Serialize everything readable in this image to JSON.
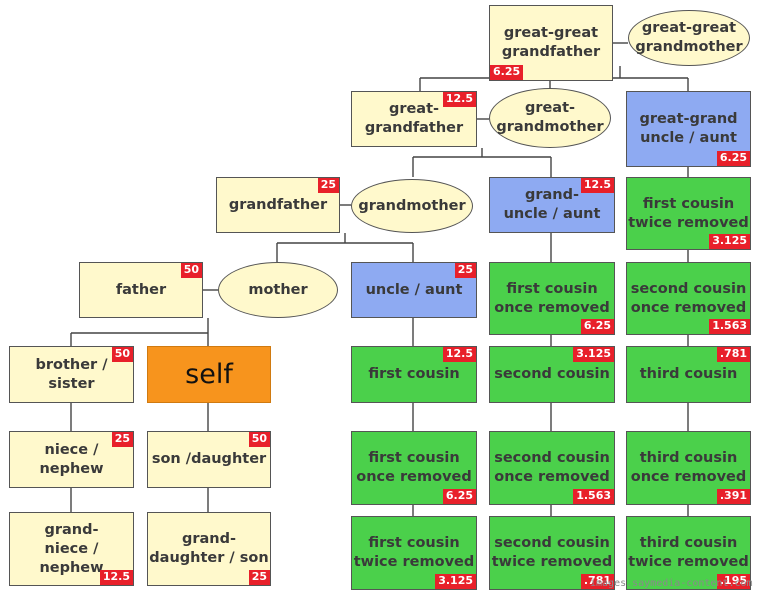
{
  "colors": {
    "ancestor": "#fff9cc",
    "aunt": "#8eaaf2",
    "cousin": "#4bd04b",
    "self": "#f7941d",
    "badge": "#e8202a"
  },
  "nodes": [
    {
      "id": "gg-grandfather",
      "label": "great-great\ngrandfather",
      "badge": "6.25"
    },
    {
      "id": "gg-grandmother",
      "label": "great-great\ngrandmother",
      "badge": ""
    },
    {
      "id": "g-grandfather",
      "label": "great-\ngrandfather",
      "badge": "12.5"
    },
    {
      "id": "g-grandmother",
      "label": "great-\ngrandmother",
      "badge": ""
    },
    {
      "id": "great-grand-uncle-aunt",
      "label": "great-grand\nuncle / aunt",
      "badge": "6.25"
    },
    {
      "id": "grandfather",
      "label": "grandfather",
      "badge": "25"
    },
    {
      "id": "grandmother",
      "label": "grandmother",
      "badge": ""
    },
    {
      "id": "grand-uncle-aunt",
      "label": "grand-\nuncle / aunt",
      "badge": "12.5"
    },
    {
      "id": "first-cousin-twice-removed-top",
      "label": "first cousin\ntwice removed",
      "badge": "3.125"
    },
    {
      "id": "father",
      "label": "father",
      "badge": "50"
    },
    {
      "id": "mother",
      "label": "mother",
      "badge": ""
    },
    {
      "id": "uncle-aunt",
      "label": "uncle / aunt",
      "badge": "25"
    },
    {
      "id": "first-cousin-once-removed-up",
      "label": "first cousin\nonce removed",
      "badge": "6.25"
    },
    {
      "id": "second-cousin-once-removed-up",
      "label": "second cousin\nonce removed",
      "badge": "1.563"
    },
    {
      "id": "brother-sister",
      "label": "brother / sister",
      "badge": "50"
    },
    {
      "id": "self",
      "label": "self",
      "badge": ""
    },
    {
      "id": "first-cousin",
      "label": "first cousin",
      "badge": "12.5"
    },
    {
      "id": "second-cousin",
      "label": "second cousin",
      "badge": "3.125"
    },
    {
      "id": "third-cousin",
      "label": "third cousin",
      "badge": ".781"
    },
    {
      "id": "niece-nephew",
      "label": "niece / nephew",
      "badge": "25"
    },
    {
      "id": "son-daughter",
      "label": "son /daughter",
      "badge": "50"
    },
    {
      "id": "first-cousin-once-removed-down",
      "label": "first cousin\nonce removed",
      "badge": "6.25"
    },
    {
      "id": "second-cousin-once-removed-down",
      "label": "second cousin\nonce removed",
      "badge": "1.563"
    },
    {
      "id": "third-cousin-once-removed",
      "label": "third cousin\nonce removed",
      "badge": ".391"
    },
    {
      "id": "grand-niece-nephew",
      "label": "grand-\nniece / nephew",
      "badge": "12.5"
    },
    {
      "id": "grand-daughter-son",
      "label": "grand-\ndaughter / son",
      "badge": "25"
    },
    {
      "id": "first-cousin-twice-removed-down",
      "label": "first cousin\ntwice removed",
      "badge": "3.125"
    },
    {
      "id": "second-cousin-twice-removed",
      "label": "second cousin\ntwice removed",
      "badge": ".781"
    },
    {
      "id": "third-cousin-twice-removed",
      "label": "third cousin\ntwice removed",
      "badge": ".195"
    }
  ],
  "watermark": "images.saymedia-content.com"
}
